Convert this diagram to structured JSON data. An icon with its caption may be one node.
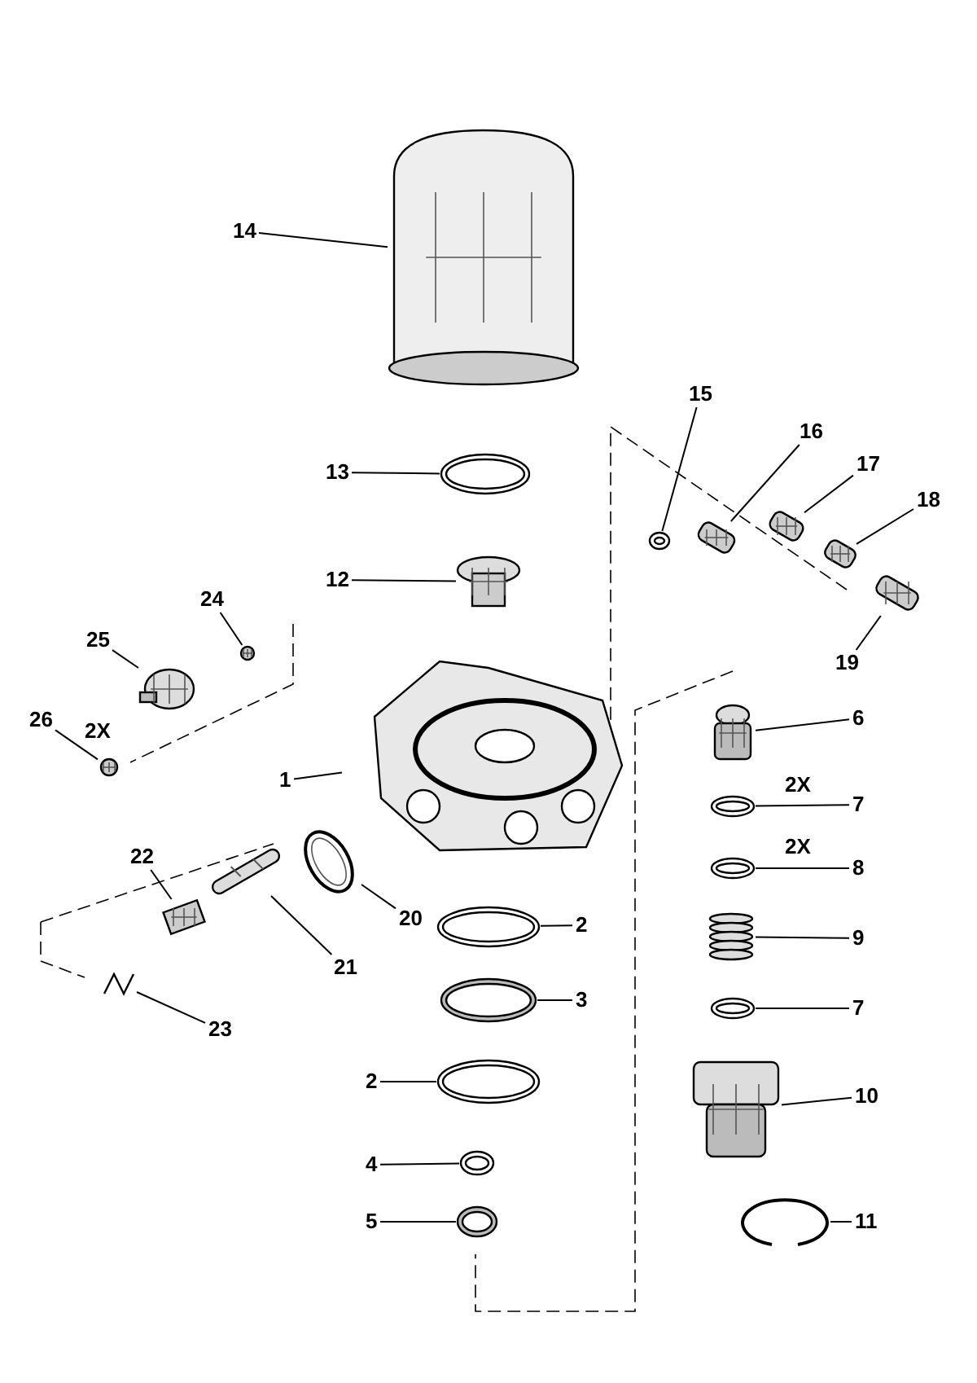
{
  "diagram": {
    "nodes": [
      {
        "text": [
          "14"
        ]
      },
      {
        "text": [],
        "shape": "picture"
      },
      {
        "text": [
          "15"
        ]
      },
      {
        "text": [],
        "shape": "picture"
      },
      {
        "text": [
          "16"
        ]
      },
      {
        "text": [],
        "shape": "picture"
      },
      {
        "text": [
          "17"
        ]
      },
      {
        "text": [],
        "shape": "picture"
      },
      {
        "text": [
          "13"
        ]
      },
      {
        "text": [],
        "shape": "picture"
      },
      {
        "text": [
          "18"
        ]
      },
      {
        "text": [],
        "shape": "picture"
      },
      {
        "text": [
          "12"
        ]
      },
      {
        "text": [],
        "shape": "picture"
      },
      {
        "text": [
          "24"
        ]
      },
      {
        "text": [],
        "shape": "picture"
      },
      {
        "text": [
          "25"
        ]
      },
      {
        "text": [],
        "shape": "picture"
      },
      {
        "text": [
          "19"
        ]
      },
      {
        "text": [],
        "shape": "picture"
      },
      {
        "text": [
          "6"
        ]
      },
      {
        "text": [],
        "shape": "picture"
      },
      {
        "text": [
          "26"
        ]
      },
      {
        "text": [],
        "shape": "picture"
      },
      {
        "text": [
          "1"
        ]
      },
      {
        "text": [],
        "shape": "picture"
      },
      {
        "text": [
          "7"
        ]
      },
      {
        "text": [],
        "shape": "picture"
      },
      {
        "text": [
          "22"
        ]
      },
      {
        "text": [],
        "shape": "picture"
      },
      {
        "text": [
          "8"
        ]
      },
      {
        "text": [],
        "shape": "picture"
      },
      {
        "text": [
          "20"
        ]
      },
      {
        "text": [],
        "shape": "picture"
      },
      {
        "text": [
          "2"
        ]
      },
      {
        "text": [],
        "shape": "picture"
      },
      {
        "text": [
          "9"
        ]
      },
      {
        "text": [],
        "shape": "picture"
      },
      {
        "text": [
          "21"
        ]
      },
      {
        "text": [],
        "shape": "picture"
      },
      {
        "text": [
          "3"
        ]
      },
      {
        "text": [],
        "shape": "picture"
      },
      {
        "text": [
          "7"
        ]
      },
      {
        "text": [],
        "shape": "picture"
      },
      {
        "text": [
          "23"
        ]
      },
      {
        "text": [],
        "shape": "picture"
      },
      {
        "text": [
          "2"
        ]
      },
      {
        "text": [],
        "shape": "picture"
      },
      {
        "text": [
          "10"
        ]
      },
      {
        "text": [],
        "shape": "picture"
      },
      {
        "text": [
          "4"
        ]
      },
      {
        "text": [],
        "shape": "picture"
      },
      {
        "text": [
          "5"
        ]
      },
      {
        "text": [],
        "shape": "picture"
      },
      {
        "text": [
          "11"
        ]
      },
      {
        "text": [],
        "shape": "picture"
      }
    ],
    "edges": [
      {
        "from": 0,
        "to": 1,
        "arrow": "none"
      },
      {
        "from": 2,
        "to": 3,
        "arrow": "none"
      },
      {
        "from": 4,
        "to": 5,
        "arrow": "none"
      },
      {
        "from": 6,
        "to": 7,
        "arrow": "none"
      },
      {
        "from": 8,
        "to": 9,
        "arrow": "none"
      },
      {
        "from": 10,
        "to": 11,
        "arrow": "none"
      },
      {
        "from": 12,
        "to": 13,
        "arrow": "none"
      },
      {
        "from": 14,
        "to": 15,
        "arrow": "none"
      },
      {
        "from": 16,
        "to": 17,
        "arrow": "none"
      },
      {
        "from": 18,
        "to": 19,
        "arrow": "none"
      },
      {
        "from": 20,
        "to": 21,
        "arrow": "none"
      },
      {
        "from": 22,
        "to": 23,
        "arrow": "none"
      },
      {
        "from": 24,
        "to": 25,
        "arrow": "none"
      },
      {
        "from": 26,
        "to": 27,
        "arrow": "none"
      },
      {
        "from": 28,
        "to": 29,
        "arrow": "none"
      },
      {
        "from": 30,
        "to": 31,
        "arrow": "none"
      },
      {
        "from": 32,
        "to": 33,
        "arrow": "none"
      },
      {
        "from": 34,
        "to": 35,
        "arrow": "none"
      },
      {
        "from": 36,
        "to": 37,
        "arrow": "none"
      },
      {
        "from": 38,
        "to": 39,
        "arrow": "none"
      },
      {
        "from": 40,
        "to": 41,
        "arrow": "none"
      },
      {
        "from": 42,
        "to": 43,
        "arrow": "none"
      },
      {
        "from": 44,
        "to": 45,
        "arrow": "none"
      },
      {
        "from": 46,
        "to": 47,
        "arrow": "none"
      },
      {
        "from": 48,
        "to": 49,
        "arrow": "none"
      },
      {
        "from": 50,
        "to": 51,
        "arrow": "none"
      },
      {
        "from": 52,
        "to": 53,
        "arrow": "none"
      },
      {
        "from": 54,
        "to": 55,
        "arrow": "none"
      }
    ],
    "labels": [
      "2X",
      "2X",
      "2X"
    ]
  }
}
